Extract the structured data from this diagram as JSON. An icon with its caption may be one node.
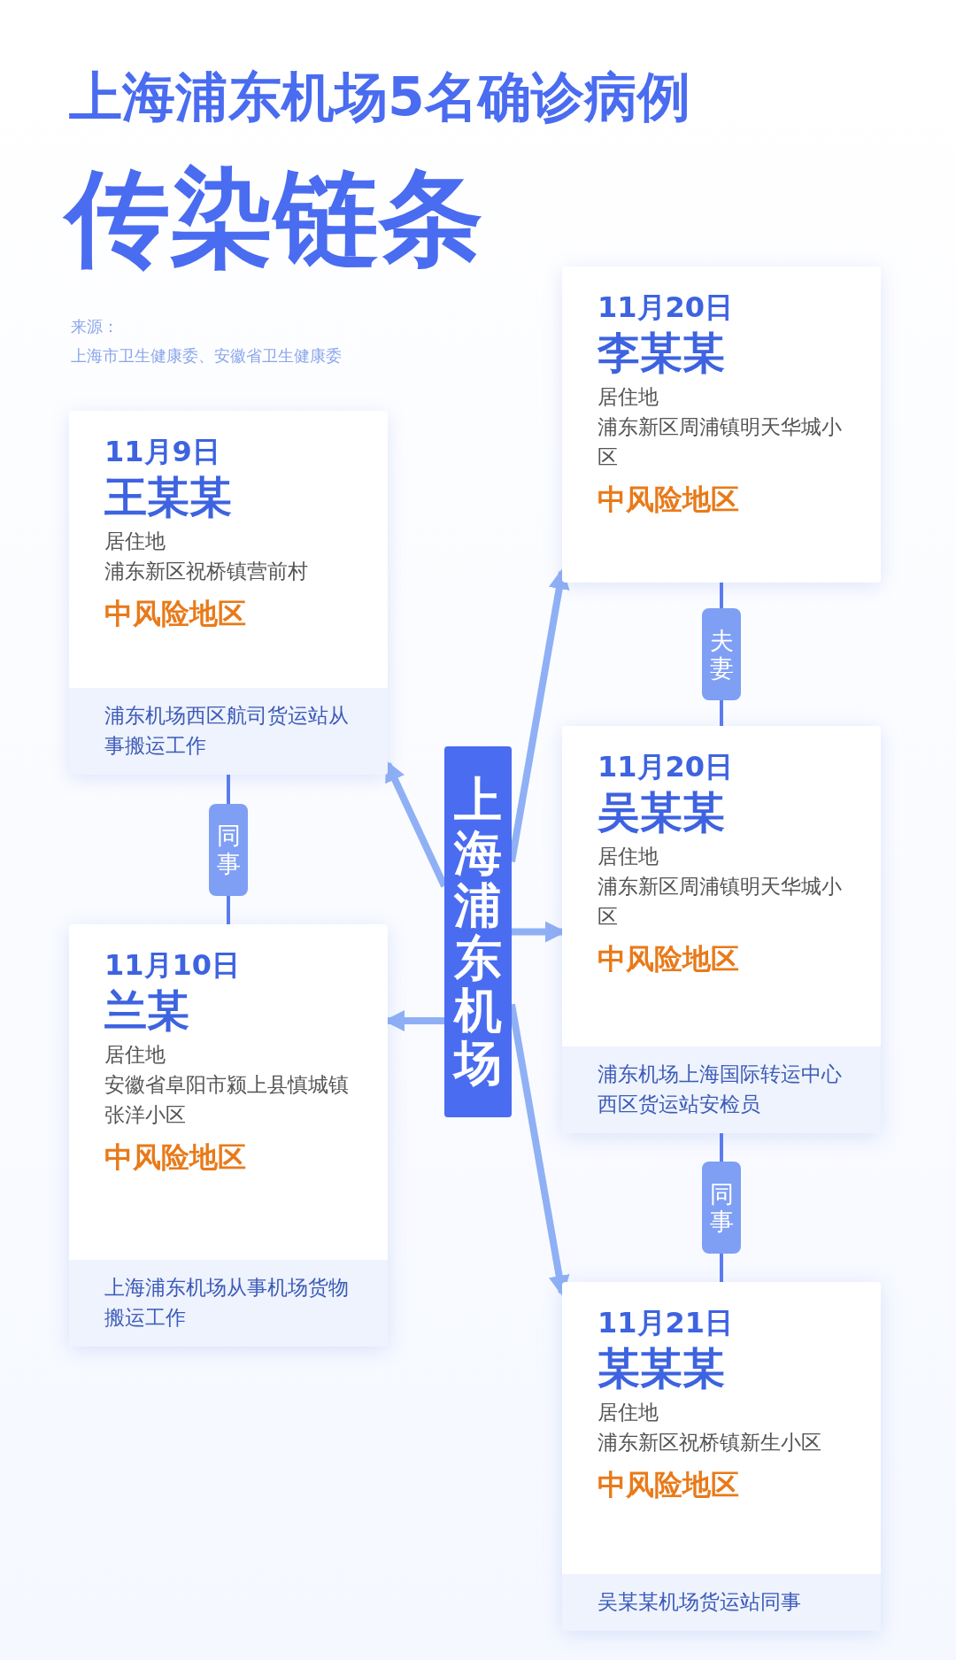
{
  "diagram": {
    "title": "上海浦东机场5名确诊病例",
    "nodes": [
      {
        "text": [
          "11月9日",
          "王某某",
          "居住地",
          "浦东新区祝桥镇营前村",
          "中风险地区",
          "浦东机场西区航司货运站从事搬运工作"
        ]
      },
      {
        "text": [
          "11月10日",
          "兰某",
          "居住地",
          "安徽省阜阳市颍上县慎城镇张洋小区",
          "中风险地区",
          "上海浦东机场从事机场货物搬运工作"
        ]
      },
      {
        "text": [
          "上海浦东机场"
        ]
      },
      {
        "text": [
          "11月20日",
          "李某某",
          "居住地",
          "浦东新区周浦镇明天华城小区",
          "中风险地区"
        ]
      },
      {
        "text": [
          "11月20日",
          "吴某某",
          "居住地",
          "浦东新区周浦镇明天华城小区",
          "中风险地区",
          "浦东机场上海国际转运中心西区货运站安检员"
        ]
      },
      {
        "text": [
          "11月21日",
          "某某某",
          "居住地",
          "浦东新区祝桥镇新生小区",
          "中风险地区",
          "吴某某机场货运站同事"
        ]
      }
    ],
    "edges": [
      {
        "from": 2,
        "to": 0,
        "arrow": "to"
      },
      {
        "from": 2,
        "to": 3,
        "arrow": "to"
      },
      {
        "from": 2,
        "to": 4,
        "arrow": "to"
      },
      {
        "from": 2,
        "to": 1,
        "arrow": "to"
      },
      {
        "from": 2,
        "to": 5,
        "arrow": "to"
      },
      {
        "from": 3,
        "to": 4,
        "arrow": "none",
        "label": "夫妻",
        "color": "#5b7cf0"
      },
      {
        "from": 0,
        "to": 1,
        "arrow": "none",
        "label": "同事",
        "color": "#5b7cf0"
      },
      {
        "from": 4,
        "to": 5,
        "arrow": "none",
        "label": "同事",
        "color": "#5b7cf0"
      }
    ],
    "labels": [
      "传染链条",
      "来源：",
      "上海市卫生健康委、安徽省卫生健康委"
    ]
  }
}
